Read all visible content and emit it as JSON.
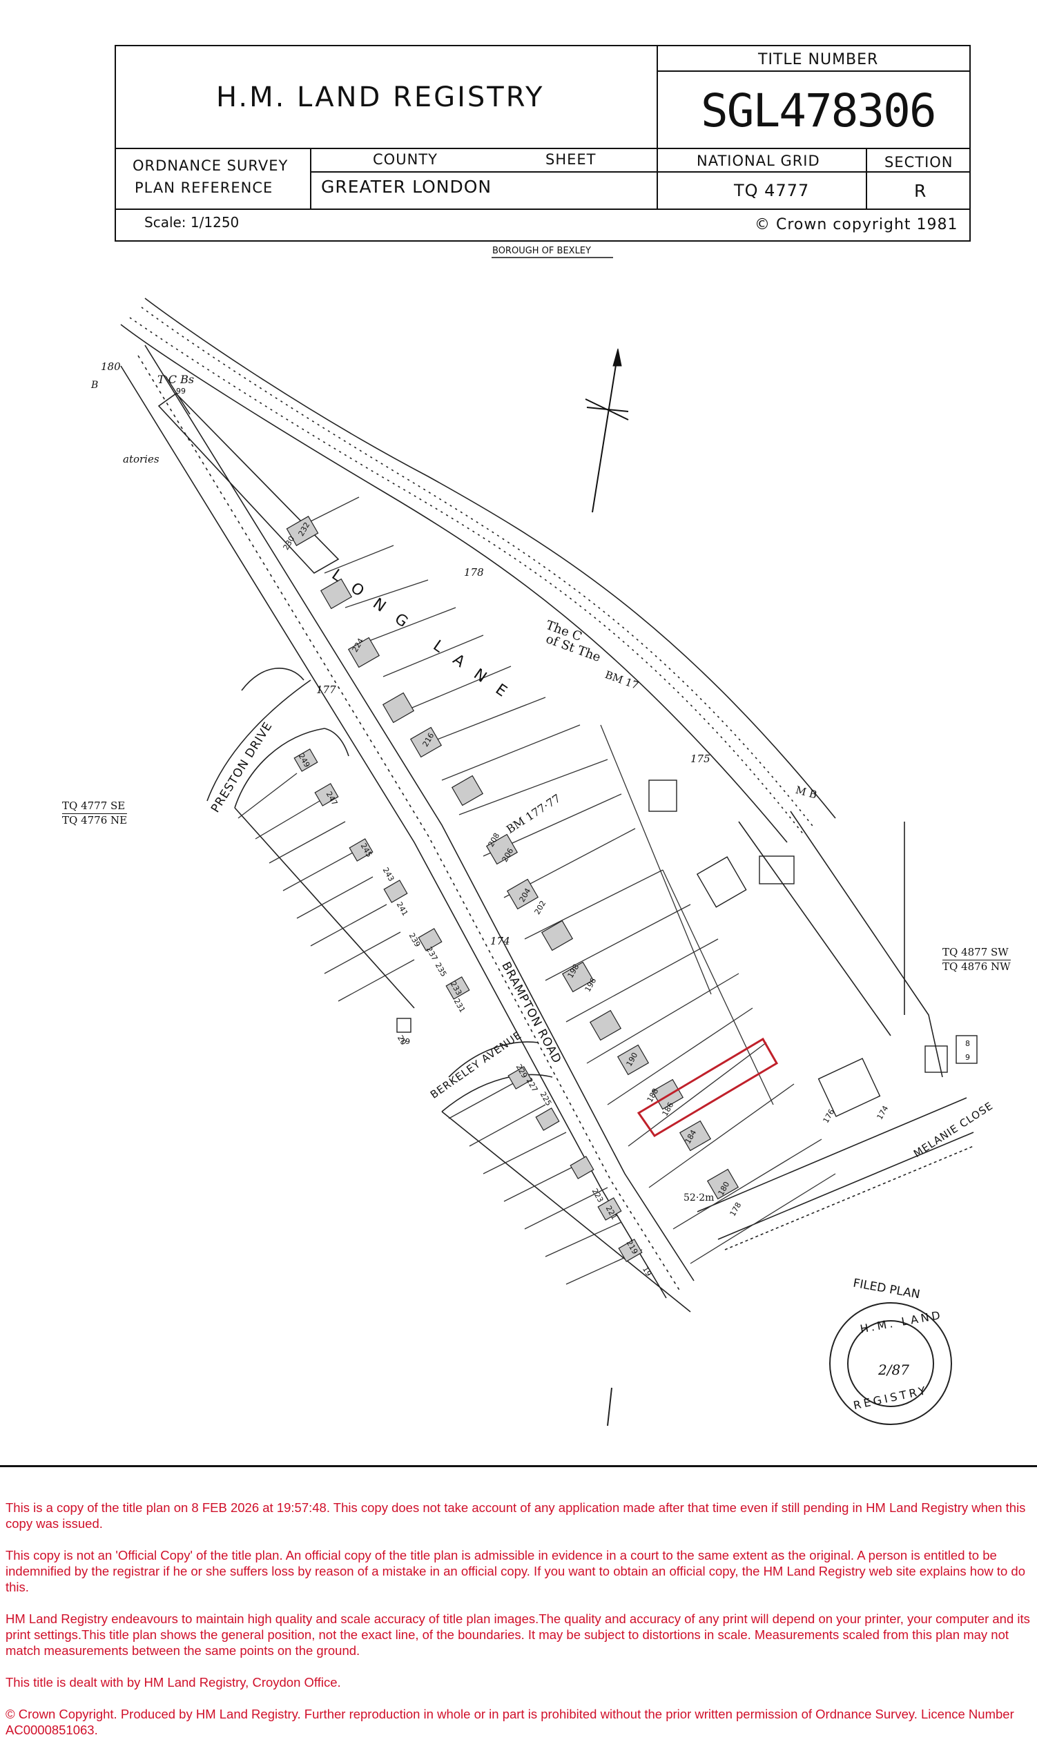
{
  "header": {
    "registry_title": "H.M. LAND REGISTRY",
    "title_number_label": "TITLE NUMBER",
    "title_number": "SGL478306",
    "os_plan_ref_line1": "ORDNANCE SURVEY",
    "os_plan_ref_line2": "PLAN REFERENCE",
    "county_label": "COUNTY",
    "sheet_label": "SHEET",
    "county_value": "GREATER LONDON",
    "national_grid_label": "NATIONAL GRID",
    "national_grid_value": "TQ 4777",
    "section_label": "SECTION",
    "section_value": "R",
    "scale": "Scale: 1/1250",
    "copyright": "© Crown copyright 1981",
    "borough": "BOROUGH OF BEXLEY"
  },
  "map": {
    "road_labels": [
      "LONG LANE",
      "PRESTON DRIVE",
      "BRAMPTON ROAD",
      "BERKELEY AVENUE",
      "MELANIE CLOSE"
    ],
    "spot_heights": [
      "180",
      "178",
      "177",
      "175",
      "174"
    ],
    "bench_marks": [
      "BM 177·77",
      "BM 17",
      "M B"
    ],
    "other_labels": [
      "T C Bs",
      "The C",
      "of St The",
      "atories",
      "52·2m",
      "B"
    ],
    "grid_refs": [
      {
        "top": "TQ 4777 SE",
        "bottom": "TQ 4776 NE"
      },
      {
        "top": "TQ 4877 SW",
        "bottom": "TQ 4876 NW"
      }
    ],
    "house_numbers": [
      "232",
      "230",
      "224",
      "216",
      "208",
      "206",
      "204",
      "202",
      "198",
      "196",
      "190",
      "188",
      "186",
      "184",
      "180",
      "178",
      "176",
      "174",
      "249",
      "247",
      "245",
      "243",
      "241",
      "239",
      "237",
      "235",
      "233",
      "231",
      "229",
      "227",
      "225",
      "223",
      "221",
      "219",
      "19",
      "20",
      "8",
      "9",
      "99",
      "79"
    ],
    "highlight_color": "#c0202a"
  },
  "stamp": {
    "top_text": "FILED PLAN",
    "ring_text": "H.M. LAND",
    "bottom_text": "REGISTRY",
    "date": "2/87"
  },
  "footer": {
    "paragraphs": [
      "This is a copy of the title plan on  8 FEB 2026 at 19:57:48. This copy does not take account of any application made after that time even if still pending in HM Land Registry when this copy was issued.",
      "This copy is not an 'Official Copy' of the title plan. An official copy of the title plan is admissible in evidence in a court to the same extent as the original. A person is entitled to be indemnified by the registrar if he or she suffers loss by reason of a mistake in an official copy. If you want to obtain an official copy, the HM Land Registry web site explains how to do this.",
      "HM Land Registry endeavours to maintain high quality and scale accuracy of title plan images.The quality and accuracy of any print will depend on your printer, your computer and its print settings.This title plan shows the general position, not the exact line, of the boundaries.  It may be subject to distortions in scale. Measurements scaled from this plan may not match measurements between the same points on the ground.",
      "This title is dealt with by HM Land Registry, Croydon Office.",
      "© Crown Copyright.  Produced by HM Land Registry.  Further reproduction in whole or in part is prohibited without the prior written permission of Ordnance Survey. Licence Number AC0000851063."
    ]
  }
}
